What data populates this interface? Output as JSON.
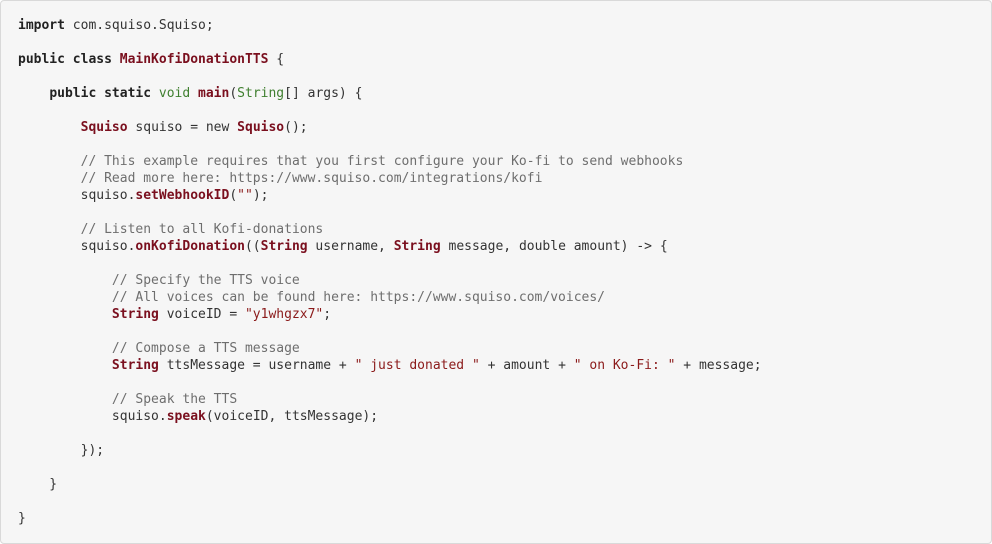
{
  "colors": {
    "background": "#f6f6f6",
    "border": "#d9d9d9",
    "text": "#333333",
    "type_and_method": "#7a0f1e",
    "primitive": "#3f7f2f",
    "string": "#8b1a1a",
    "comment": "#6e6e6e"
  },
  "code": {
    "language": "java",
    "lines": [
      [
        [
          "keyword",
          "import"
        ],
        [
          "plain",
          " com.squiso.Squiso;"
        ]
      ],
      [],
      [
        [
          "keyword",
          "public class "
        ],
        [
          "classname",
          "MainKofiDonationTTS"
        ],
        [
          "plain",
          " {"
        ]
      ],
      [],
      [
        [
          "plain",
          "    "
        ],
        [
          "keyword",
          "public static "
        ],
        [
          "primitive",
          "void"
        ],
        [
          "plain",
          " "
        ],
        [
          "method",
          "main"
        ],
        [
          "plain",
          "("
        ],
        [
          "primitive",
          "String"
        ],
        [
          "plain",
          "[] args) {"
        ]
      ],
      [],
      [
        [
          "plain",
          "        "
        ],
        [
          "type",
          "Squiso"
        ],
        [
          "plain",
          " squiso = new "
        ],
        [
          "type",
          "Squiso"
        ],
        [
          "plain",
          "();"
        ]
      ],
      [],
      [
        [
          "plain",
          "        "
        ],
        [
          "comment",
          "// This example requires that you first configure your Ko-fi to send webhooks"
        ]
      ],
      [
        [
          "plain",
          "        "
        ],
        [
          "comment",
          "// Read more here: https://www.squiso.com/integrations/kofi"
        ]
      ],
      [
        [
          "plain",
          "        squiso."
        ],
        [
          "method",
          "setWebhookID"
        ],
        [
          "plain",
          "("
        ],
        [
          "string",
          "\"\""
        ],
        [
          "plain",
          ");"
        ]
      ],
      [],
      [
        [
          "plain",
          "        "
        ],
        [
          "comment",
          "// Listen to all Kofi-donations"
        ]
      ],
      [
        [
          "plain",
          "        squiso."
        ],
        [
          "method",
          "onKofiDonation"
        ],
        [
          "plain",
          "(("
        ],
        [
          "type",
          "String"
        ],
        [
          "plain",
          " username, "
        ],
        [
          "type",
          "String"
        ],
        [
          "plain",
          " message, double amount) -> {"
        ]
      ],
      [],
      [
        [
          "plain",
          "            "
        ],
        [
          "comment",
          "// Specify the TTS voice"
        ]
      ],
      [
        [
          "plain",
          "            "
        ],
        [
          "comment",
          "// All voices can be found here: https://www.squiso.com/voices/"
        ]
      ],
      [
        [
          "plain",
          "            "
        ],
        [
          "type",
          "String"
        ],
        [
          "plain",
          " voiceID = "
        ],
        [
          "string",
          "\"y1whgzx7\""
        ],
        [
          "plain",
          ";"
        ]
      ],
      [],
      [
        [
          "plain",
          "            "
        ],
        [
          "comment",
          "// Compose a TTS message"
        ]
      ],
      [
        [
          "plain",
          "            "
        ],
        [
          "type",
          "String"
        ],
        [
          "plain",
          " ttsMessage = username + "
        ],
        [
          "string",
          "\" just donated \""
        ],
        [
          "plain",
          " + amount + "
        ],
        [
          "string",
          "\" on Ko-Fi: \""
        ],
        [
          "plain",
          " + message;"
        ]
      ],
      [],
      [
        [
          "plain",
          "            "
        ],
        [
          "comment",
          "// Speak the TTS"
        ]
      ],
      [
        [
          "plain",
          "            squiso."
        ],
        [
          "method",
          "speak"
        ],
        [
          "plain",
          "(voiceID, ttsMessage);"
        ]
      ],
      [],
      [
        [
          "plain",
          "        });"
        ]
      ],
      [],
      [
        [
          "plain",
          "    }"
        ]
      ],
      [],
      [
        [
          "plain",
          "}"
        ]
      ]
    ]
  }
}
